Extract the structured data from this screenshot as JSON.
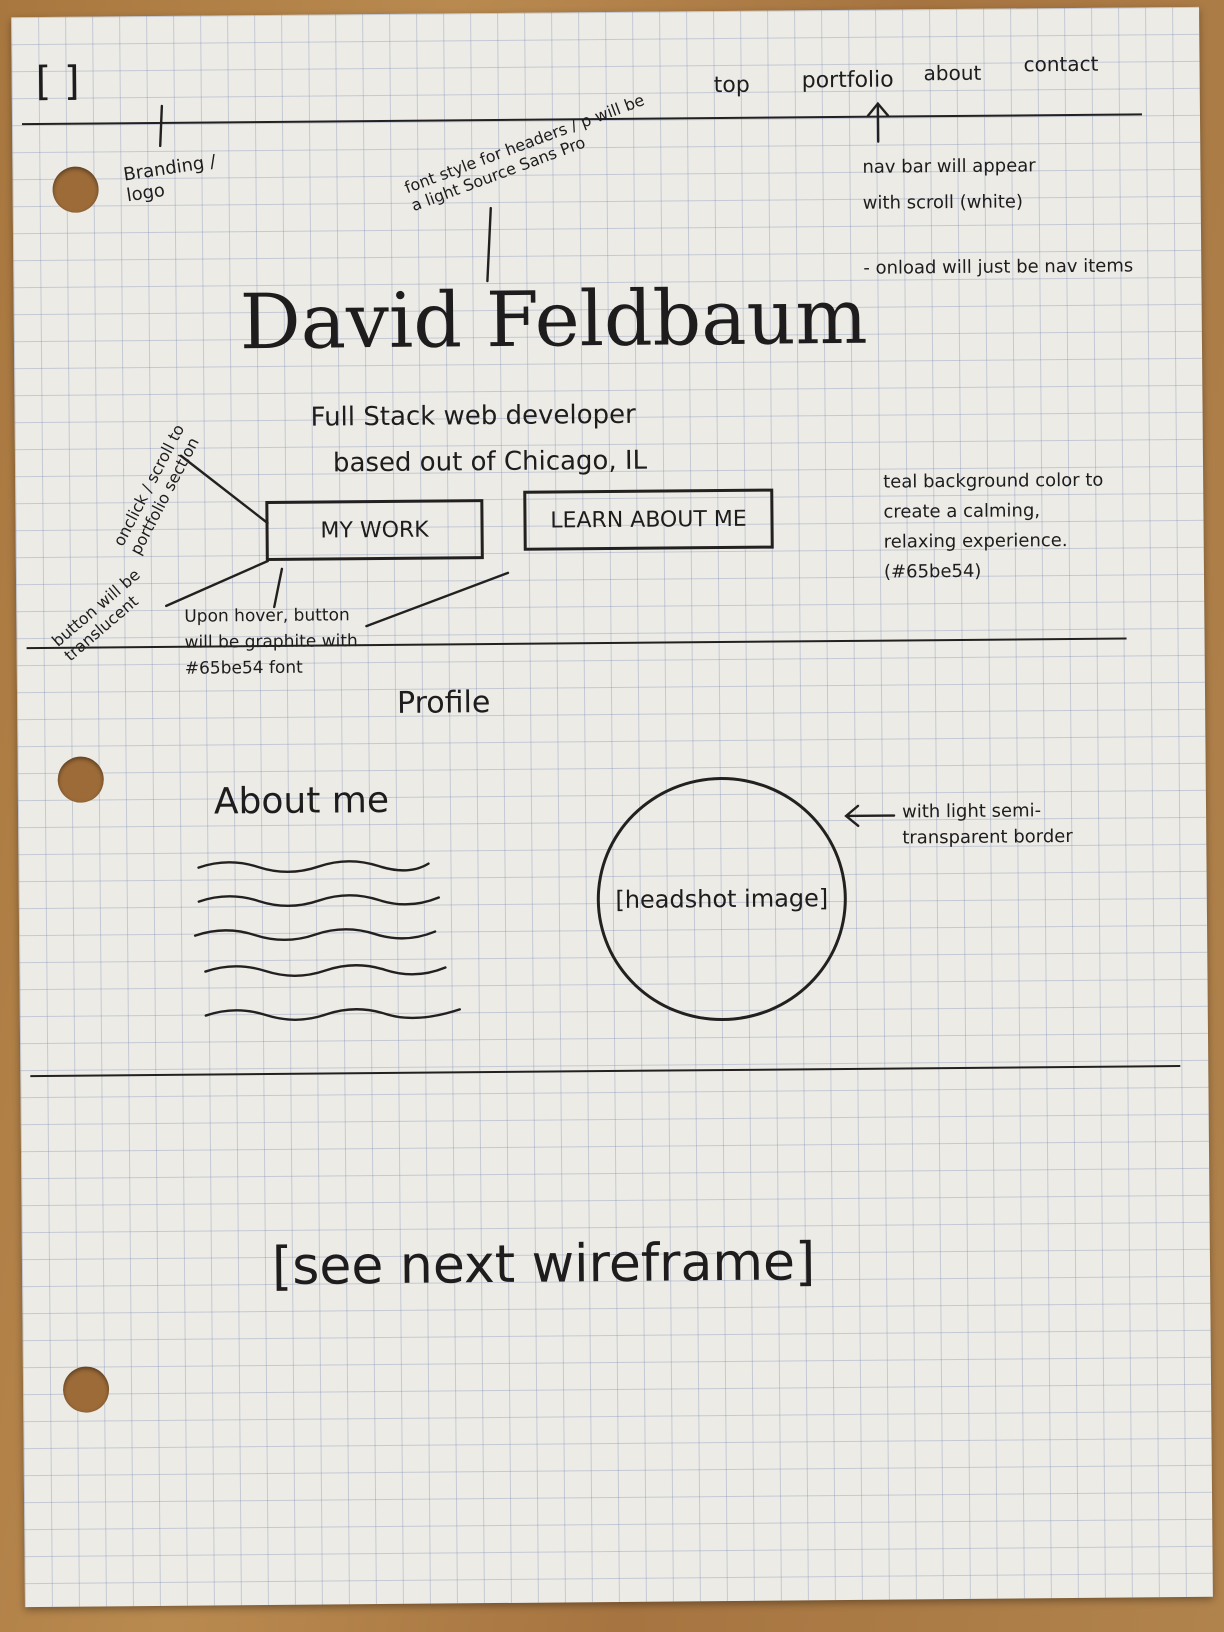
{
  "header": {
    "branding_placeholder": "[          ]",
    "nav": [
      "top",
      "portfolio",
      "about",
      "contact"
    ]
  },
  "annotations": {
    "branding": "Branding / logo",
    "font_style": "font style for headers / p will be a light Source Sans Pro",
    "navbar": "nav bar will appear with scroll (white)",
    "onload": "- onload will just be nav items",
    "onclick": "onclick / scroll to portfolio section",
    "translucent": "button will be translucent",
    "hover": "Upon hover, button will be graphite with #65be54 font",
    "background": "teal background color to create a calming, relaxing experience. (#65be54)",
    "headshot_border": "with light semi-transparent border"
  },
  "hero": {
    "name": "David Feldbaum",
    "tagline_1": "Full Stack web developer",
    "tagline_2": "based out of Chicago, IL",
    "btn_work": "MY WORK",
    "btn_about": "LEARN ABOUT ME"
  },
  "profile": {
    "label": "Profile",
    "about_title": "About me",
    "headshot": "[headshot image]"
  },
  "footer_note": "[see next wireframe]",
  "colors": {
    "accent": "#65be54",
    "ink": "#1e1c1c",
    "paper": "#ecebe6"
  }
}
